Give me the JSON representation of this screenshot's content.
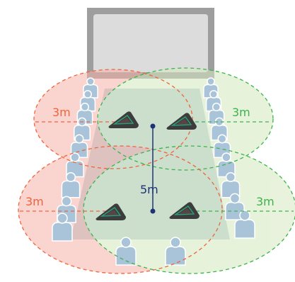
{
  "colors": {
    "red": "#f0643c",
    "green": "#3cb44b",
    "blue_line": "#1e3278",
    "seat": "#a9c4d8",
    "seat_stroke": "#ffffff",
    "table": "#b5cdd8",
    "screen_frame": "#9a9a9a",
    "screen_fill": "#dcdcdc",
    "red_fill": "#f9c8c3",
    "green_fill": "#e2efd2",
    "mic": "#3c3c3c"
  },
  "icons": {
    "microphone": "conference-mic-icon",
    "person": "person-seat-icon",
    "screen": "display-screen-icon"
  },
  "labels": {
    "top_left_radius": "3m",
    "top_right_radius": "3m",
    "bottom_left_radius": "3m",
    "bottom_right_radius": "3m",
    "mic_distance": "5m"
  }
}
